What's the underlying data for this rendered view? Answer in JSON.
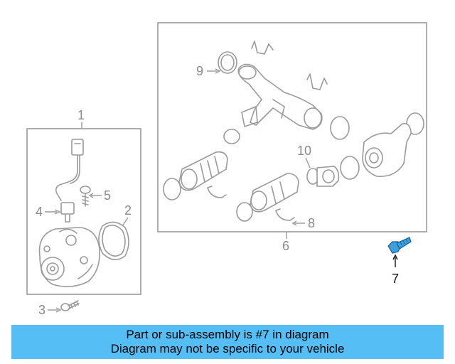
{
  "callouts": {
    "c1": "1",
    "c2": "2",
    "c3": "3",
    "c4": "4",
    "c5": "5",
    "c6": "6",
    "c7": "7",
    "c8": "8",
    "c9": "9",
    "c10": "10"
  },
  "highlight": {
    "part": "7",
    "color": "#3aa0e0"
  },
  "banner": {
    "line1": "Part or sub-assembly is #7 in diagram",
    "line2": "Diagram may not be specific to your vehicle",
    "color": "#55bef5"
  }
}
